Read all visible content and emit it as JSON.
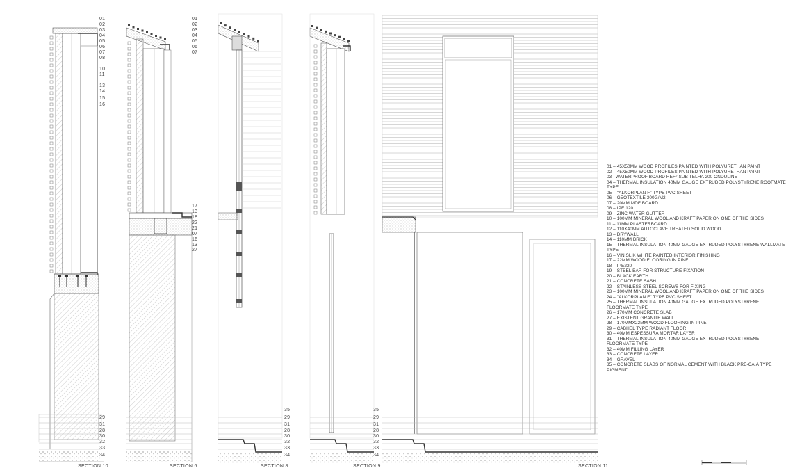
{
  "sections": [
    {
      "title": "SECTION 10",
      "top_labels": [
        "01",
        "02",
        "03",
        "04",
        "05",
        "06",
        "07",
        "08",
        "10",
        "11",
        "13",
        "14",
        "15",
        "16"
      ],
      "bottom_labels": [
        "29",
        "31",
        "28",
        "30",
        "32",
        "33",
        "34"
      ]
    },
    {
      "title": "SECTION 6",
      "top_labels": [
        "01",
        "02",
        "03",
        "04",
        "05",
        "06",
        "07"
      ],
      "mid_labels": [
        "17",
        "13",
        "18",
        "22",
        "21",
        "07",
        "16",
        "13",
        "27"
      ]
    },
    {
      "title": "SECTION 8",
      "bottom_labels": [
        "35",
        "29",
        "31",
        "28",
        "30",
        "32",
        "33",
        "34"
      ]
    },
    {
      "title": "SECTION 9",
      "bottom_labels": [
        "35",
        "29",
        "31",
        "28",
        "30",
        "32",
        "33",
        "34"
      ]
    },
    {
      "title": "SECTION 11"
    }
  ],
  "legend": [
    "01 – 45X50MM WOOD PROFILES PAINTED WITH POLYURETHAN PAINT",
    "02 – 45X50MM WOOD PROFILES PAINTED WITH POLYURETHAN PAINT",
    "03 –WATERPROOF BOARD REF° SUB TELHA 200 ONDULINE",
    "04 – THERMAL INSULATION 40MM GAUGE EXTRUDED POLYSTYRENE ROOFMATE TYPE",
    "05 – \"ALKORPLAN F\" TYPE PVC SHEET",
    "06 – GEOTEXTILE 300G/M2",
    "07 – 20MM MDF BOARD",
    "08 – IPE 120",
    "09 – ZINC WATER GUTTER",
    "10 – 100MM MINERAL WOOL AND KRAFT PAPER ON ONE OF THE SIDES",
    "11 – 11MM PLASTERBOARD",
    "12 – 110X40MM AUTOCLAVE TREATED SOLID WOOD",
    "13 – DRYWALL",
    "14 – 110MM BRICK",
    "15 – THERMAL INSULATION 40MM GAUGE EXTRUDED POLYSTYRENE WALLMATE TYPE",
    "16 – VINISLIK WHITE PAINTED INTERIOR FINISHING",
    "17 – 22MM WOOD FLOORING IN PINE",
    "18 – IPE220",
    "19 – STEEL BAR FOR STRUCTURE FIXATION",
    "20 – BLACK EARTH",
    "21 – CONCRETE SASH",
    "22 – STAINLESS STEEL SCREWS FOR FIXING",
    "23 – 100MM MINERAL WOOL AND KRAFT PAPER ON ONE OF THE SIDES",
    "24 – \"ALKORPLAN F\" TYPE PVC SHEET",
    "25 – THERMAL INSULATION 40MM GAUGE EXTRUDED POLYSTYRENE FLOORMATE TYPE",
    "26 – 170MM CONCRETE SLAB",
    "27 – EXISTENT GRANITE WALL",
    "28 – 170MMX22MM WOOD FLOORING IN PINE",
    "29 – CABHEL TYPE RADIANT FLOOR",
    "30 – 40MM ESPESSURA MORTAR LAYER",
    "31 – THERMAL INSULATION 40MM GAUGE EXTRUDED POLYSTYRENE FLOORMATE TYPE",
    "32 – 40MM FILLING LAYER",
    "33 – CONCRETE LAYER",
    "34 – GRAVEL",
    "35 – CONCRETE SLABS OF NORMAL CEMENT WITH BLACK PRE-CAIA TYPE PIGMENT"
  ],
  "colors": {
    "line": "#555555",
    "light_line": "#bbbbbb",
    "hatch": "#999999",
    "fill": "#eeeeee"
  }
}
